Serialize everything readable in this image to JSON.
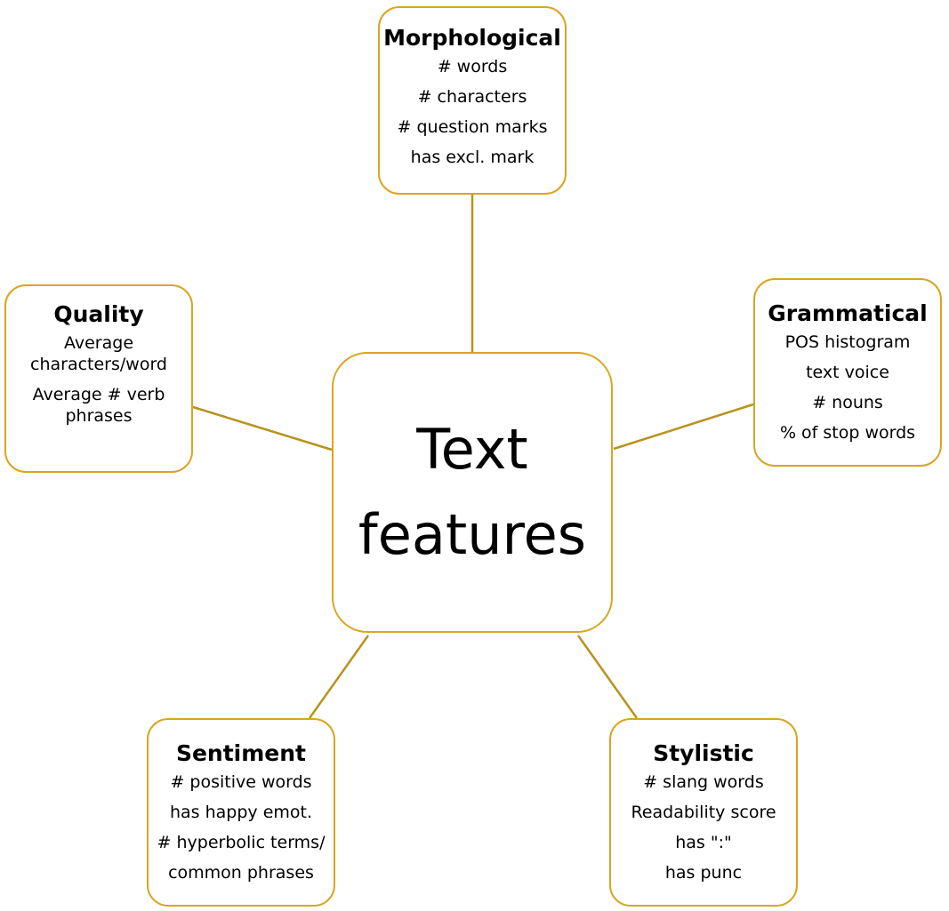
{
  "center": {
    "line1": "Text",
    "line2": "features"
  },
  "morphological": {
    "title": "Morphological",
    "items": [
      "# words",
      "# characters",
      "# question marks",
      "has excl. mark"
    ]
  },
  "quality": {
    "title": "Quality",
    "items": [
      "Average",
      "characters/word",
      "Average # verb",
      "phrases"
    ]
  },
  "grammatical": {
    "title": "Grammatical",
    "items": [
      "POS histogram",
      "text voice",
      "# nouns",
      "% of stop words"
    ]
  },
  "sentiment": {
    "title": "Sentiment",
    "items": [
      "# positive words",
      "has happy emot.",
      "# hyperbolic terms/",
      "common phrases"
    ]
  },
  "stylistic": {
    "title": "Stylistic",
    "items": [
      "# slang words",
      "Readability score",
      "has \":\"",
      "has punc"
    ]
  },
  "colors": {
    "border": "#d9a521",
    "connector": "#b8931e"
  }
}
